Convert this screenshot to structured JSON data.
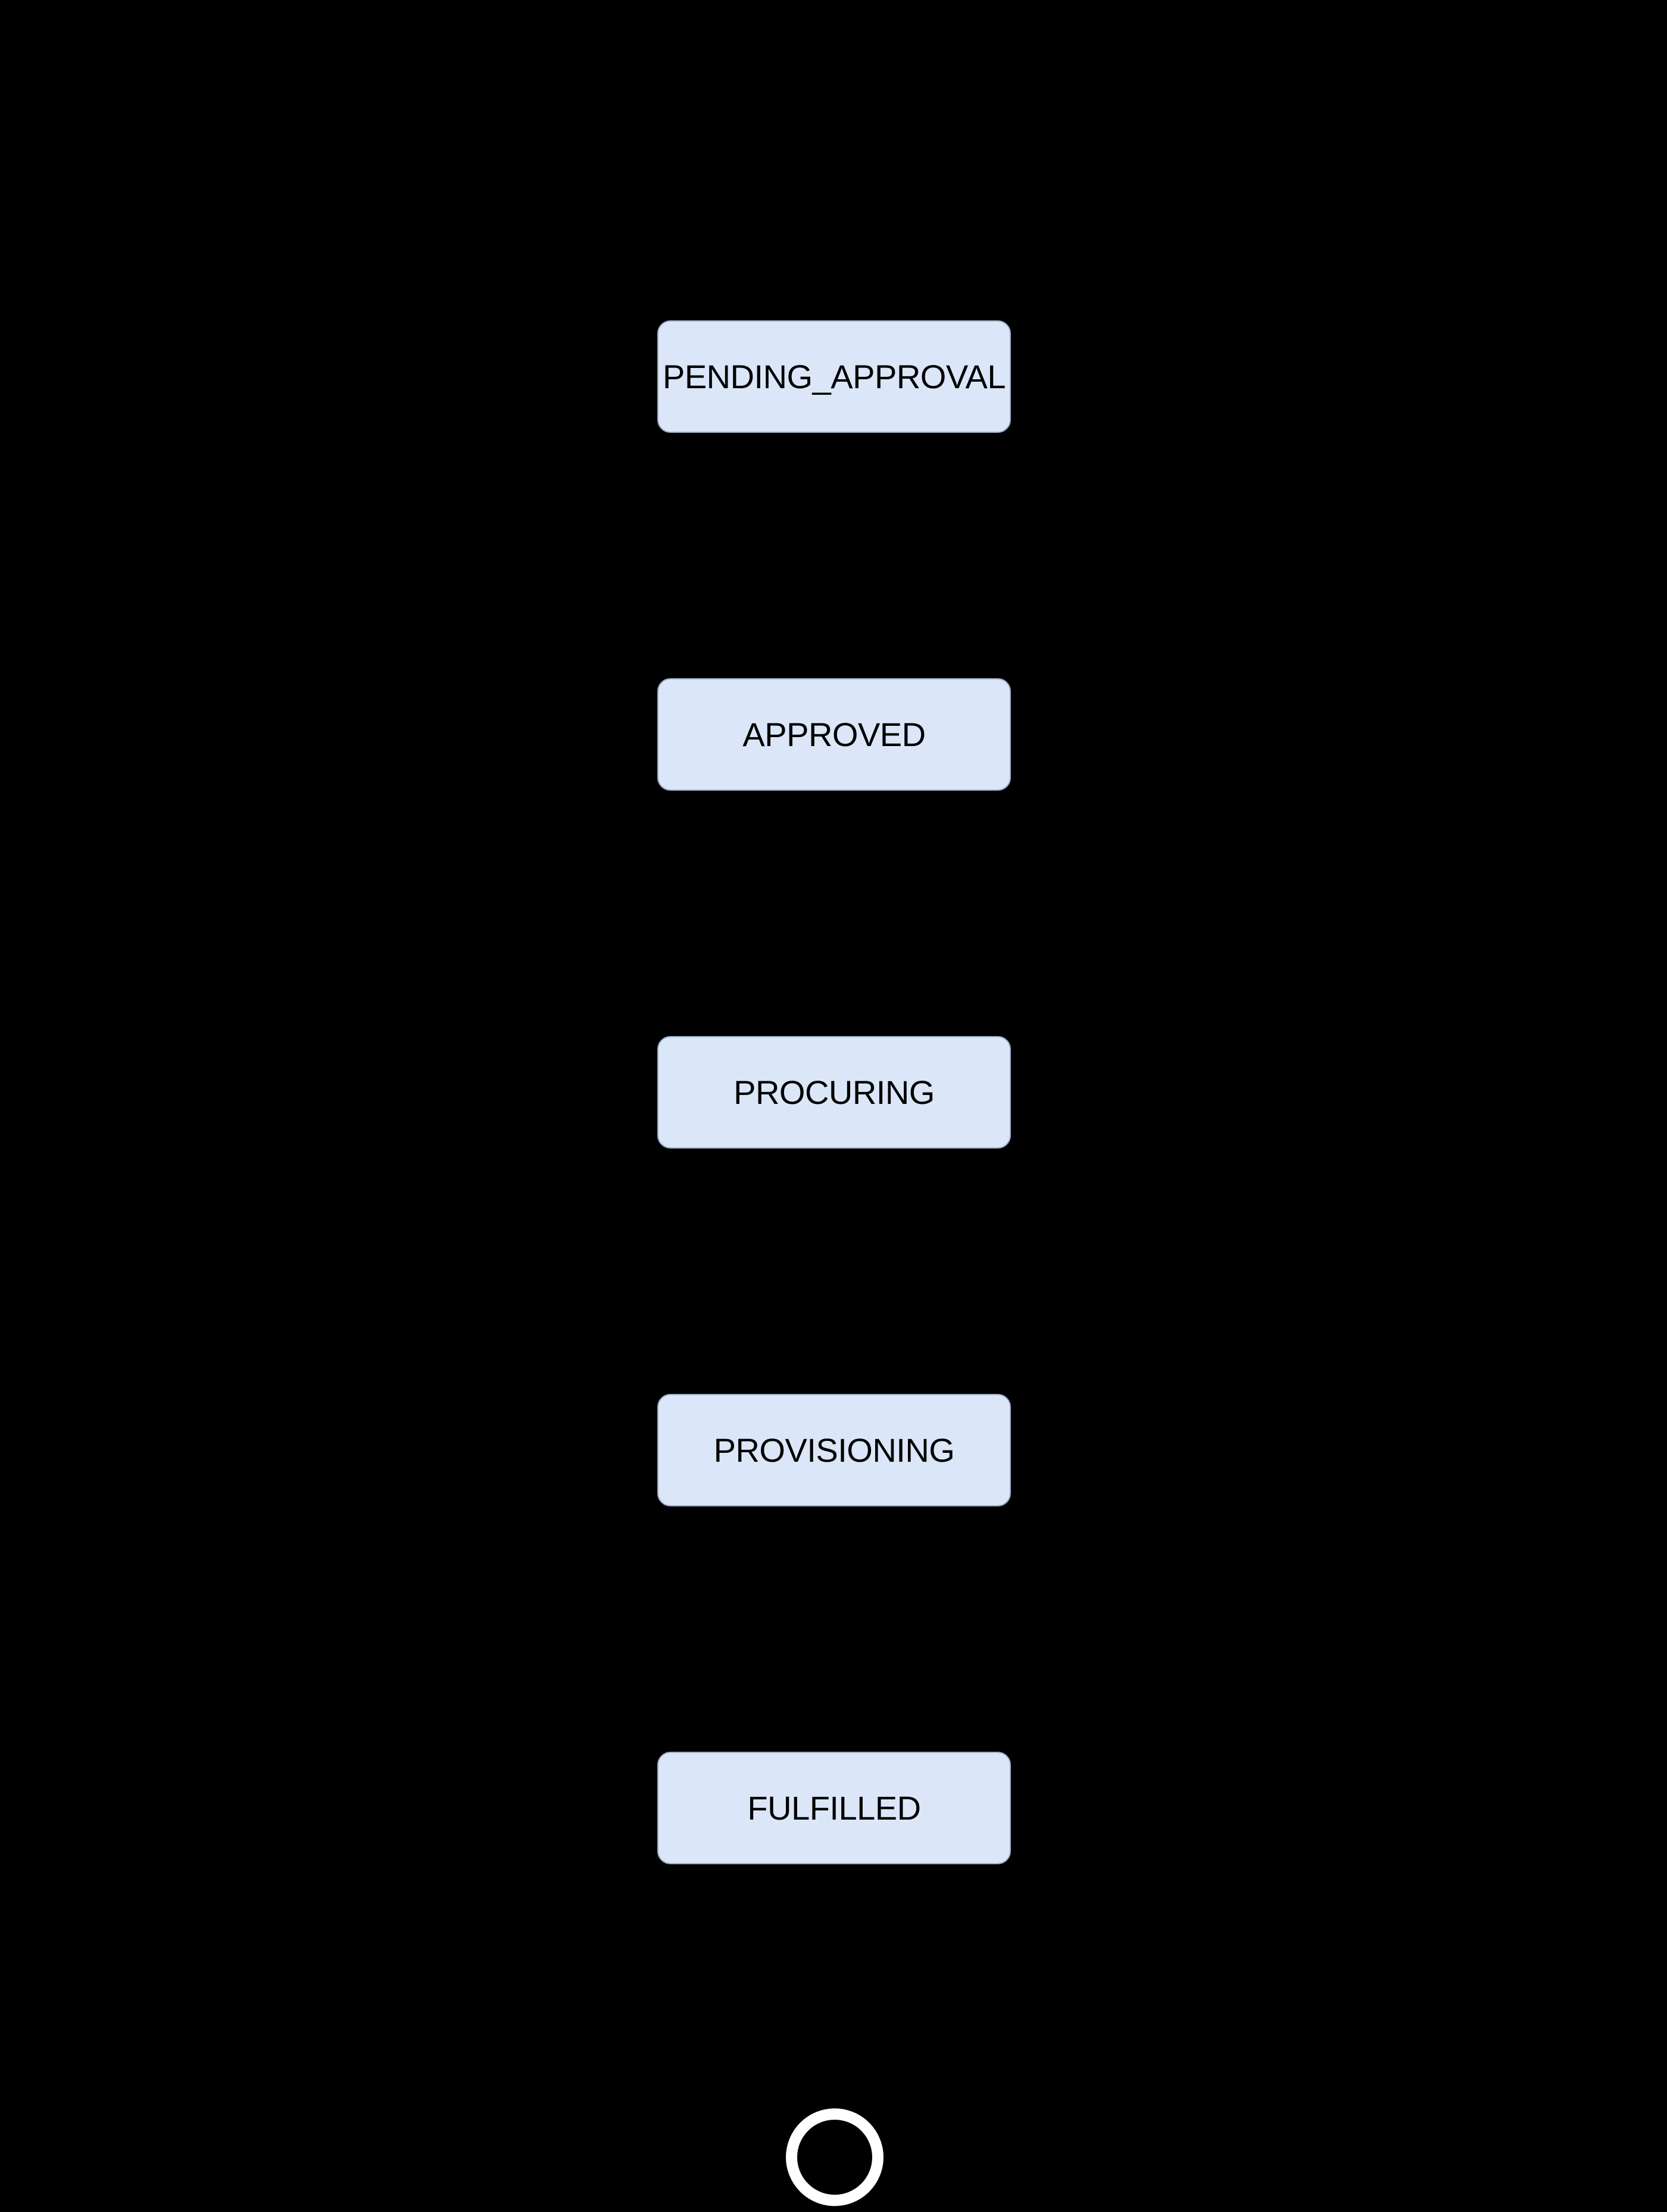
{
  "diagram": {
    "kind": "state-flow-diagram",
    "orientation": "top-to-bottom",
    "nodes": [
      {
        "id": "pending_approval",
        "label": "PENDING_APPROVAL"
      },
      {
        "id": "approved",
        "label": "APPROVED"
      },
      {
        "id": "procuring",
        "label": "PROCURING"
      },
      {
        "id": "provisioning",
        "label": "PROVISIONING"
      },
      {
        "id": "fulfilled",
        "label": "FULFILLED"
      }
    ],
    "end_state": {
      "name": "final-state",
      "shape": "ring"
    }
  },
  "colors": {
    "background": "#000000",
    "node-fill": "#DBE7F8",
    "node-border": "#9AABC4",
    "node-text": "#000000",
    "end-ring": "#FFFFFF"
  }
}
